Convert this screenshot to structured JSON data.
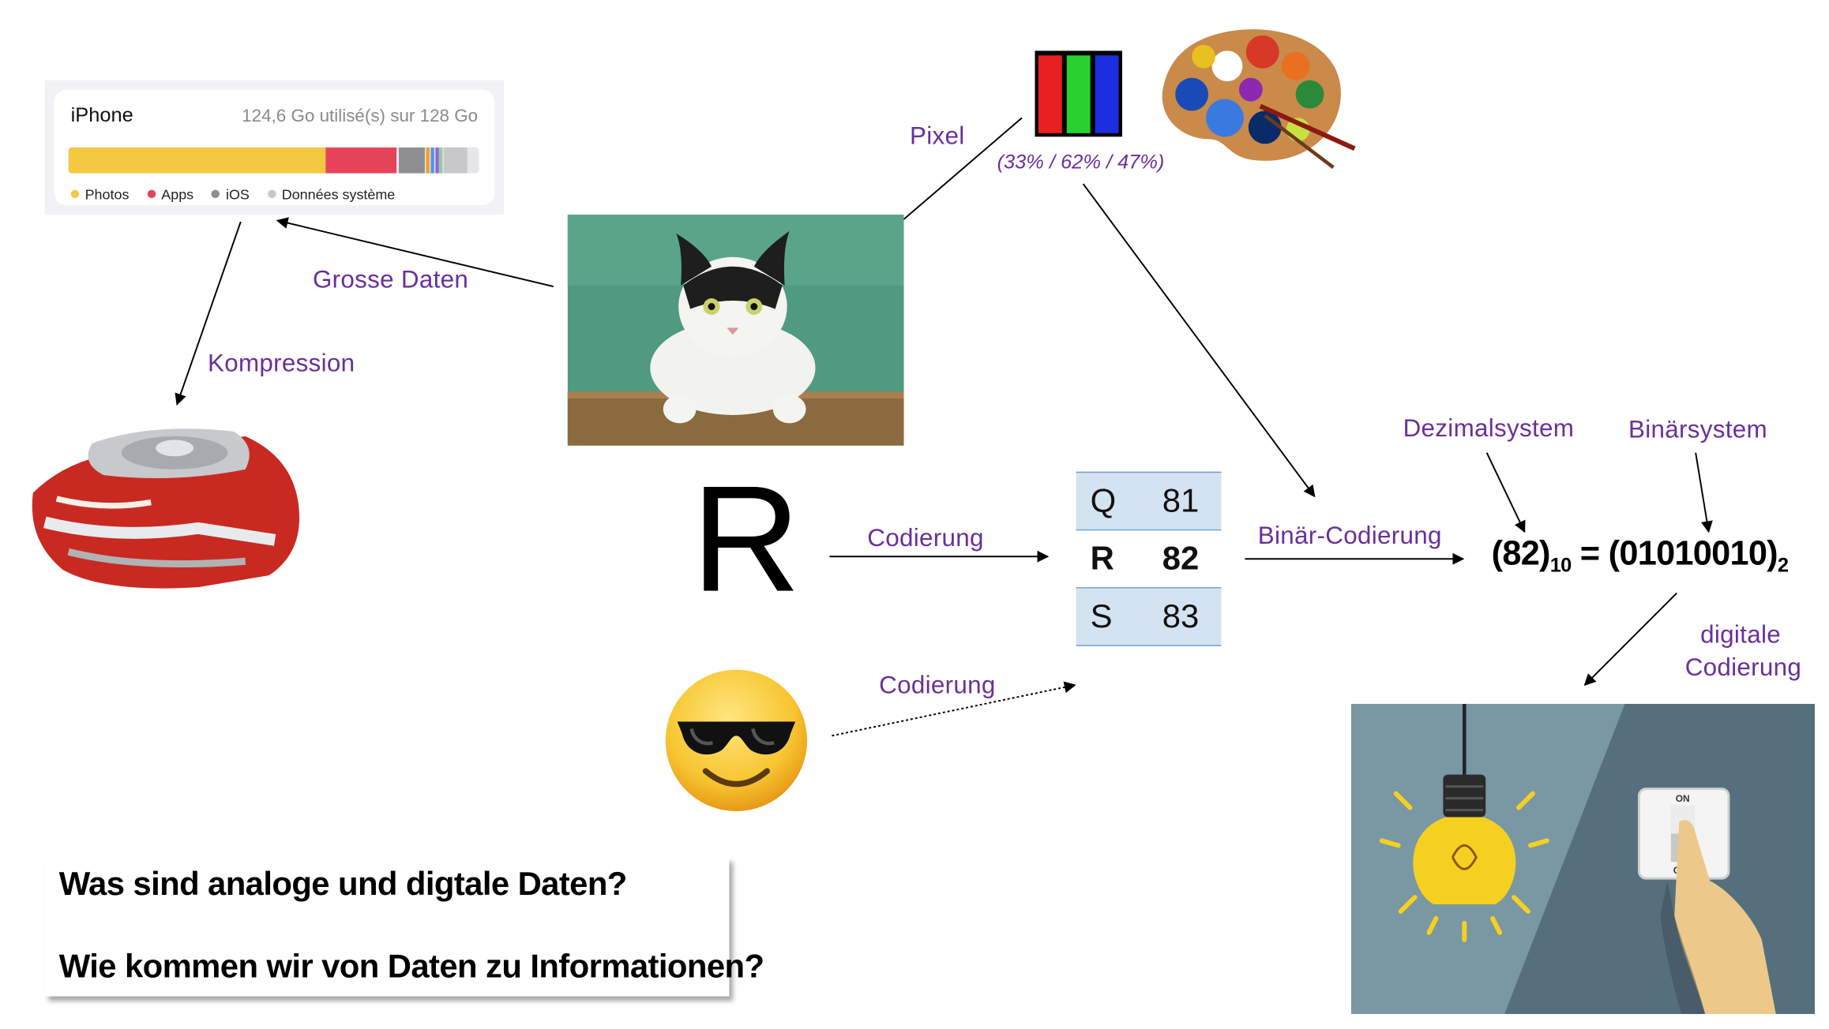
{
  "storage": {
    "device": "iPhone",
    "usage": "124,6 Go utilisé(s) sur 128 Go",
    "legend": [
      "Photos",
      "Apps",
      "iOS",
      "Données système"
    ],
    "colors": {
      "photos": "#f5c842",
      "apps": "#e6435a",
      "ios": "#8e8e93",
      "system": "#c7c7cc"
    }
  },
  "labels": {
    "pixel": "Pixel",
    "rgb_values": "(33% / 62% / 47%)",
    "grosse_daten": "Grosse Daten",
    "kompression": "Kompression",
    "codierung_1": "Codierung",
    "codierung_2": "Codierung",
    "binaer_codierung": "Binär-Codierung",
    "dezimalsystem": "Dezimalsystem",
    "binaersystem": "Binärsystem",
    "digitale_codierung_1": "digitale",
    "digitale_codierung_2": "Codierung"
  },
  "big_letter": "R",
  "code_table": [
    {
      "char": "Q",
      "code": "81"
    },
    {
      "char": "R",
      "code": "82"
    },
    {
      "char": "S",
      "code": "83"
    }
  ],
  "equation": {
    "decimal": "(82)",
    "decimal_base": "10",
    "equals": " = ",
    "binary": "(01010010)",
    "binary_base": "2"
  },
  "switch": {
    "on": "ON",
    "off": "OFF"
  },
  "questions": [
    "Was sind analoge und digtale Daten?",
    "Wie kommen wir von Daten zu Informationen?"
  ],
  "accent_color": "#6a2f9a"
}
